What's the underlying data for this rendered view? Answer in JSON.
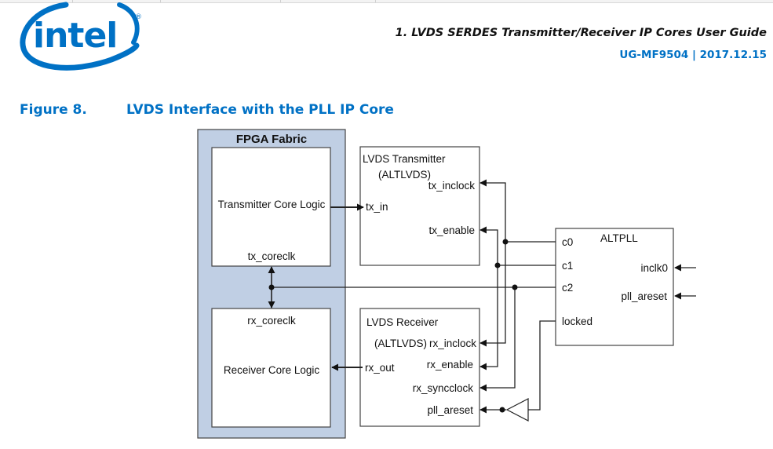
{
  "header": {
    "logo_text": "intel",
    "logo_mark": "®",
    "document_title": "1. LVDS SERDES Transmitter/Receiver IP Cores User Guide",
    "document_id": "UG-MF9504 | 2017.12.15"
  },
  "figure": {
    "label": "Figure 8.",
    "title": "LVDS Interface with the PLL IP Core"
  },
  "colors": {
    "brand_blue": "#0071c5",
    "fabric_fill": "#c0cfe4",
    "line": "#111111"
  },
  "diagram": {
    "fpga_fabric": {
      "title": "FPGA Fabric",
      "transmitter_core": {
        "label": "Transmitter Core Logic",
        "port": "tx_coreclk"
      },
      "receiver_core": {
        "label": "Receiver Core Logic",
        "port": "rx_coreclk"
      }
    },
    "lvds_transmitter": {
      "title": "LVDS Transmitter",
      "subtitle": "(ALTLVDS)",
      "ports": {
        "tx_in": "tx_in",
        "tx_inclock": "tx_inclock",
        "tx_enable": "tx_enable"
      }
    },
    "lvds_receiver": {
      "title": "LVDS Receiver",
      "subtitle": "(ALTLVDS)",
      "ports": {
        "rx_out": "rx_out",
        "rx_inclock": "rx_inclock",
        "rx_enable": "rx_enable",
        "rx_syncclock": "rx_syncclock",
        "pll_areset": "pll_areset"
      }
    },
    "altpll": {
      "title": "ALTPLL",
      "ports": {
        "c0": "c0",
        "c1": "c1",
        "c2": "c2",
        "locked": "locked",
        "inclk0": "inclk0",
        "pll_areset": "pll_areset"
      }
    },
    "connections": [
      {
        "from": "Transmitter Core Logic",
        "to": "tx_in"
      },
      {
        "from": "rx_out",
        "to": "Receiver Core Logic"
      },
      {
        "from": "c0",
        "to": [
          "tx_inclock",
          "rx_inclock"
        ]
      },
      {
        "from": "c1",
        "to": [
          "tx_enable",
          "rx_enable"
        ]
      },
      {
        "from": "c2",
        "to": [
          "rx_syncclock",
          "tx_coreclk",
          "rx_coreclk"
        ]
      },
      {
        "from": "locked",
        "to": "pll_areset (receiver)",
        "via": "inverter"
      },
      {
        "from": "external",
        "to": "inclk0"
      },
      {
        "from": "external",
        "to": "pll_areset (ALTPLL)"
      }
    ]
  }
}
